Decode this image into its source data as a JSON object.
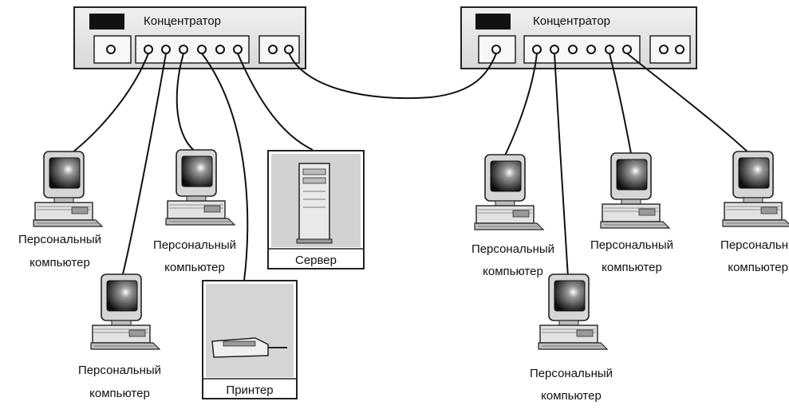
{
  "hubs": [
    {
      "label": "Концентратор"
    },
    {
      "label": "Концентратор"
    }
  ],
  "devices": {
    "pc": {
      "line1": "Персональный",
      "line2": "компьютер"
    },
    "pc_truncated": {
      "line1": "Персональн",
      "line2": "компьютер"
    },
    "server": {
      "label": "Сервер"
    },
    "printer": {
      "label": "Принтер"
    }
  }
}
